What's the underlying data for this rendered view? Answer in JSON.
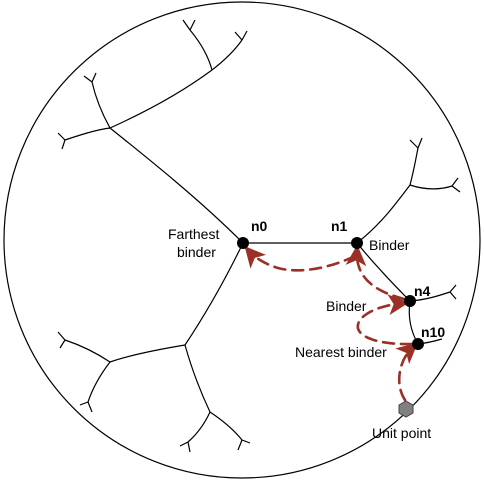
{
  "nodes": {
    "n0": {
      "id": "n0",
      "caption_line1": "Farthest",
      "caption_line2": "binder"
    },
    "n1": {
      "id": "n1",
      "caption": "Binder"
    },
    "n4": {
      "id": "n4",
      "caption": "Binder"
    },
    "n10": {
      "id": "n10",
      "caption": "Nearest binder"
    },
    "unit": {
      "caption": "Unit point"
    }
  },
  "colors": {
    "line": "#000000",
    "node_fill": "#000000",
    "unit_point_fill": "#808080",
    "arrow": "#9b3026"
  }
}
